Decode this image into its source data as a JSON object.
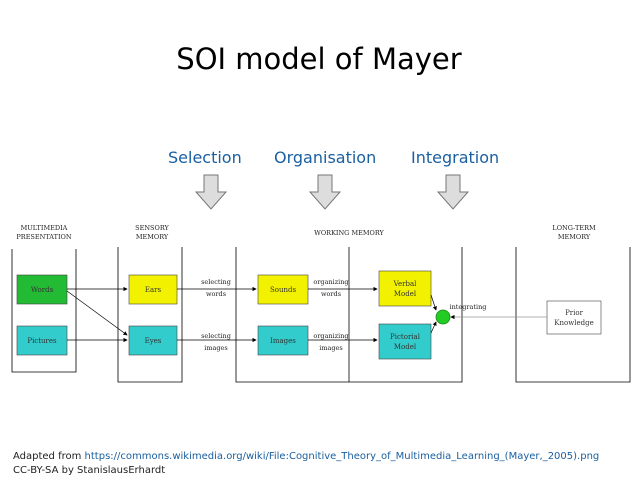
{
  "title": "SOI model of Mayer",
  "phases": {
    "selection": "Selection",
    "organisation": "Organisation",
    "integration": "Integration"
  },
  "diagram": {
    "sections": {
      "multimedia": [
        "MULTIMEDIA",
        "PRESENTATION"
      ],
      "sensory": [
        "SENSORY",
        "MEMORY"
      ],
      "working": "WORKING MEMORY",
      "longterm": [
        "LONG-TERM",
        "MEMORY"
      ]
    },
    "boxes": {
      "words": "Words",
      "pictures": "Pictures",
      "ears": "Ears",
      "eyes": "Eyes",
      "sounds": "Sounds",
      "images": "Images",
      "verbal_model": [
        "Verbal",
        "Model"
      ],
      "pictorial_model": [
        "Pictorial",
        "Model"
      ],
      "prior_knowledge": [
        "Prior",
        "Knowledge"
      ]
    },
    "arrow_labels": {
      "selecting_words": [
        "selecting",
        "words"
      ],
      "selecting_images": [
        "selecting",
        "images"
      ],
      "organizing_words": [
        "organizing",
        "words"
      ],
      "organizing_images": [
        "organizing",
        "images"
      ],
      "integrating": "integrating"
    }
  },
  "colors": {
    "green": "#22bb33",
    "cyan": "#33cccc",
    "yellow": "#f2f200",
    "phase_text": "#1a5fa0",
    "link": "#1a5fa0"
  },
  "footer": {
    "adapted_prefix": "Adapted from ",
    "url": "https://commons.wikimedia.org/wiki/File:Cognitive_Theory_of_Multimedia_Learning_(Mayer,_2005).png",
    "license": "CC-BY-SA by StanislausErhardt"
  }
}
